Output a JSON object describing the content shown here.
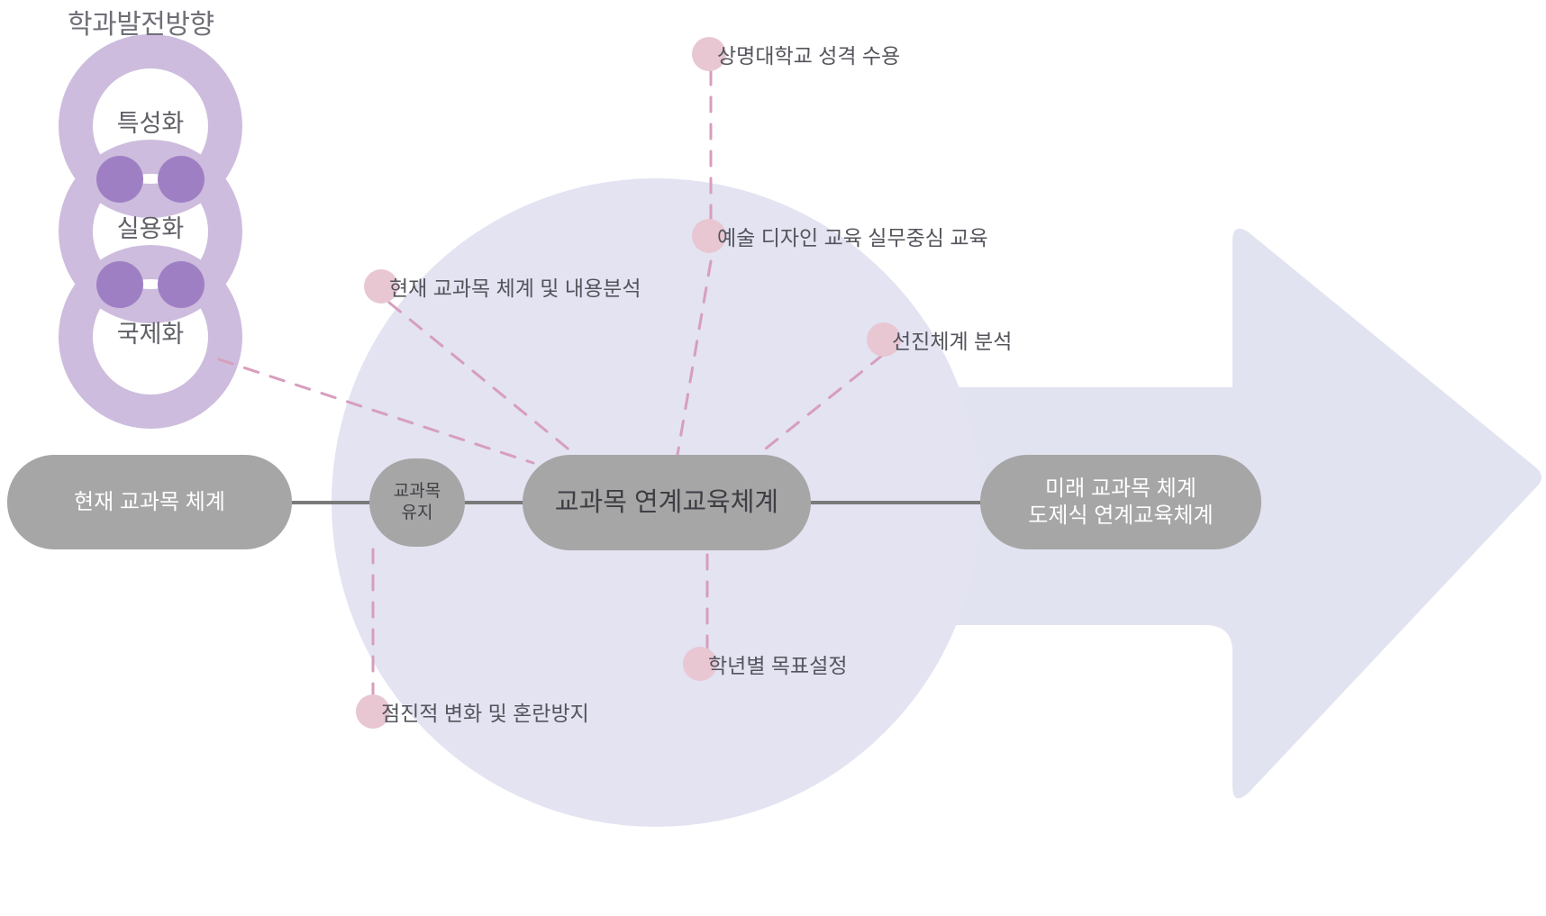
{
  "diagram": {
    "title": "학과발전방향",
    "background_color": "#ffffff"
  },
  "colors": {
    "arrow_fill": "#e2e3f0",
    "circle_fill": "#e3e3f2",
    "chain_ring": "#cdbcdd",
    "chain_overlap": "#9f7fc4",
    "box_fill": "#a6a6a6",
    "box_text_light": "#ffffff",
    "box_text_dark": "#3e3e44",
    "dot_fill": "#e8c7d2",
    "dash_line": "#d79ebd",
    "connector_line": "#7a7a7a",
    "title_text": "#6f6f78",
    "label_text": "#54545c"
  },
  "chain": {
    "name": "학과발전방향",
    "items": [
      {
        "label": "특성화"
      },
      {
        "label": "실용화"
      },
      {
        "label": "국제화"
      }
    ]
  },
  "flow": {
    "connector_color": "#7a7a7a",
    "boxes": [
      {
        "id": "current-curriculum",
        "lines": [
          "현재 교과목 체계"
        ],
        "text_color": "#ffffff"
      },
      {
        "id": "curriculum-maintain",
        "lines": [
          "교과목",
          "유지"
        ],
        "text_color": "#3e3e44"
      },
      {
        "id": "linked-education-system",
        "lines": [
          "교과목 연계교육체계"
        ],
        "text_color": "#3e3e44"
      },
      {
        "id": "future-curriculum",
        "lines": [
          "미래 교과목 체계",
          "도제식 연계교육체계"
        ],
        "text_color": "#ffffff"
      }
    ]
  },
  "annotations": [
    {
      "id": "annotation-0",
      "label": "상명대학교 성격 수용"
    },
    {
      "id": "annotation-1",
      "label": "예술 디자인 교육 실무중심 교육"
    },
    {
      "id": "annotation-2",
      "label": "현재 교과목 체계 및 내용분석"
    },
    {
      "id": "annotation-3",
      "label": "선진체계 분석"
    },
    {
      "id": "annotation-4",
      "label": "학년별 목표설정"
    },
    {
      "id": "annotation-5",
      "label": "점진적 변화 및 혼란방지"
    }
  ]
}
